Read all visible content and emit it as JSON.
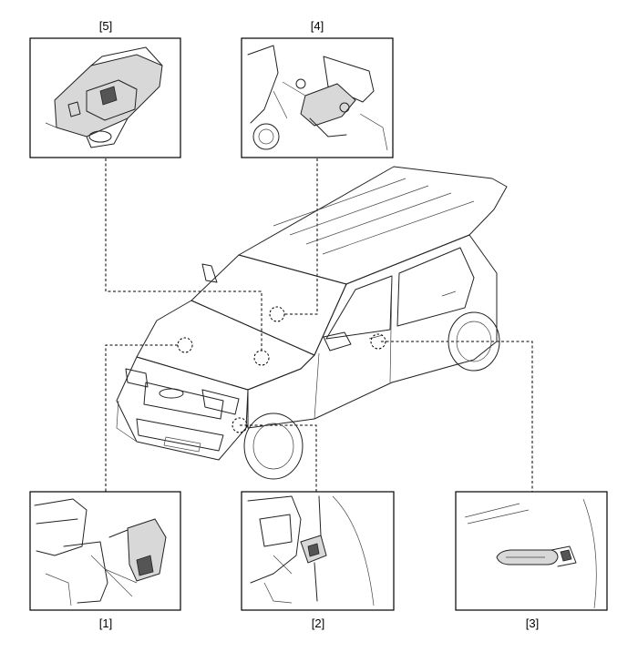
{
  "callouts": [
    {
      "id": "5",
      "label": "[5]"
    },
    {
      "id": "4",
      "label": "[4]"
    },
    {
      "id": "1",
      "label": "[1]"
    },
    {
      "id": "2",
      "label": "[2]"
    },
    {
      "id": "3",
      "label": "[3]"
    }
  ],
  "colors": {
    "line": "#000000",
    "background": "#ffffff"
  },
  "icons": {
    "vehicle": "vehicle-illustration",
    "component": "component-detail-illustration"
  }
}
